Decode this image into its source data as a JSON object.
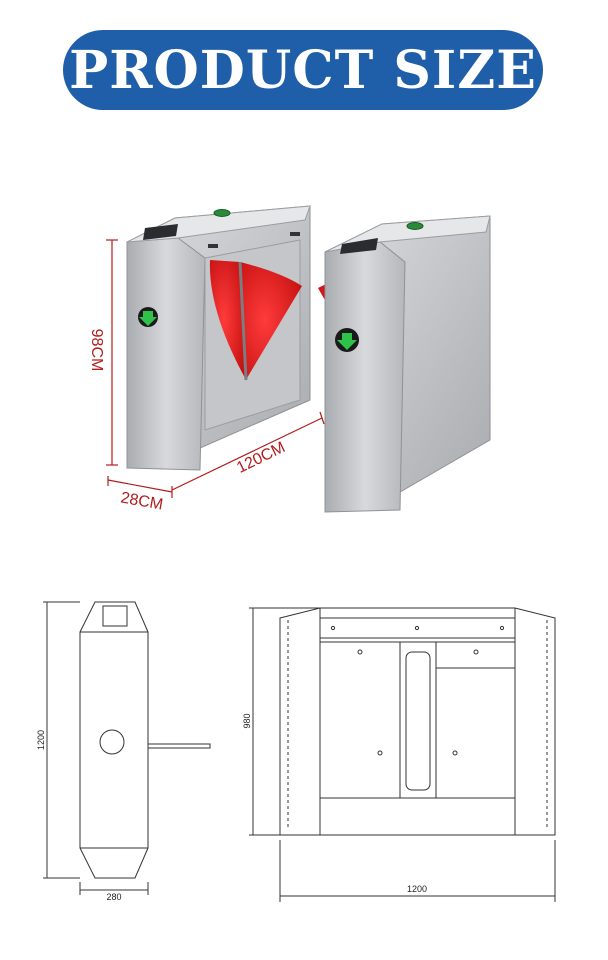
{
  "banner": {
    "title": "PRODUCT SIZE"
  },
  "photo": {
    "height_label": "98CM",
    "length_label": "120CM",
    "depth_label": "28CM",
    "colors": {
      "steel": "#c9cbce",
      "steel_dark": "#9fa2a6",
      "wing_red": "#e02020",
      "indicator_green": "#1f9a3a",
      "dimension_red": "#b31b1b"
    },
    "icons": [
      "down-arrow-indicator-icon",
      "card-reader-icon",
      "top-light-icon"
    ]
  },
  "drawing": {
    "side_height_label": "1200",
    "side_width_label": "280",
    "front_height_label": "980",
    "front_width_label": "1200"
  }
}
